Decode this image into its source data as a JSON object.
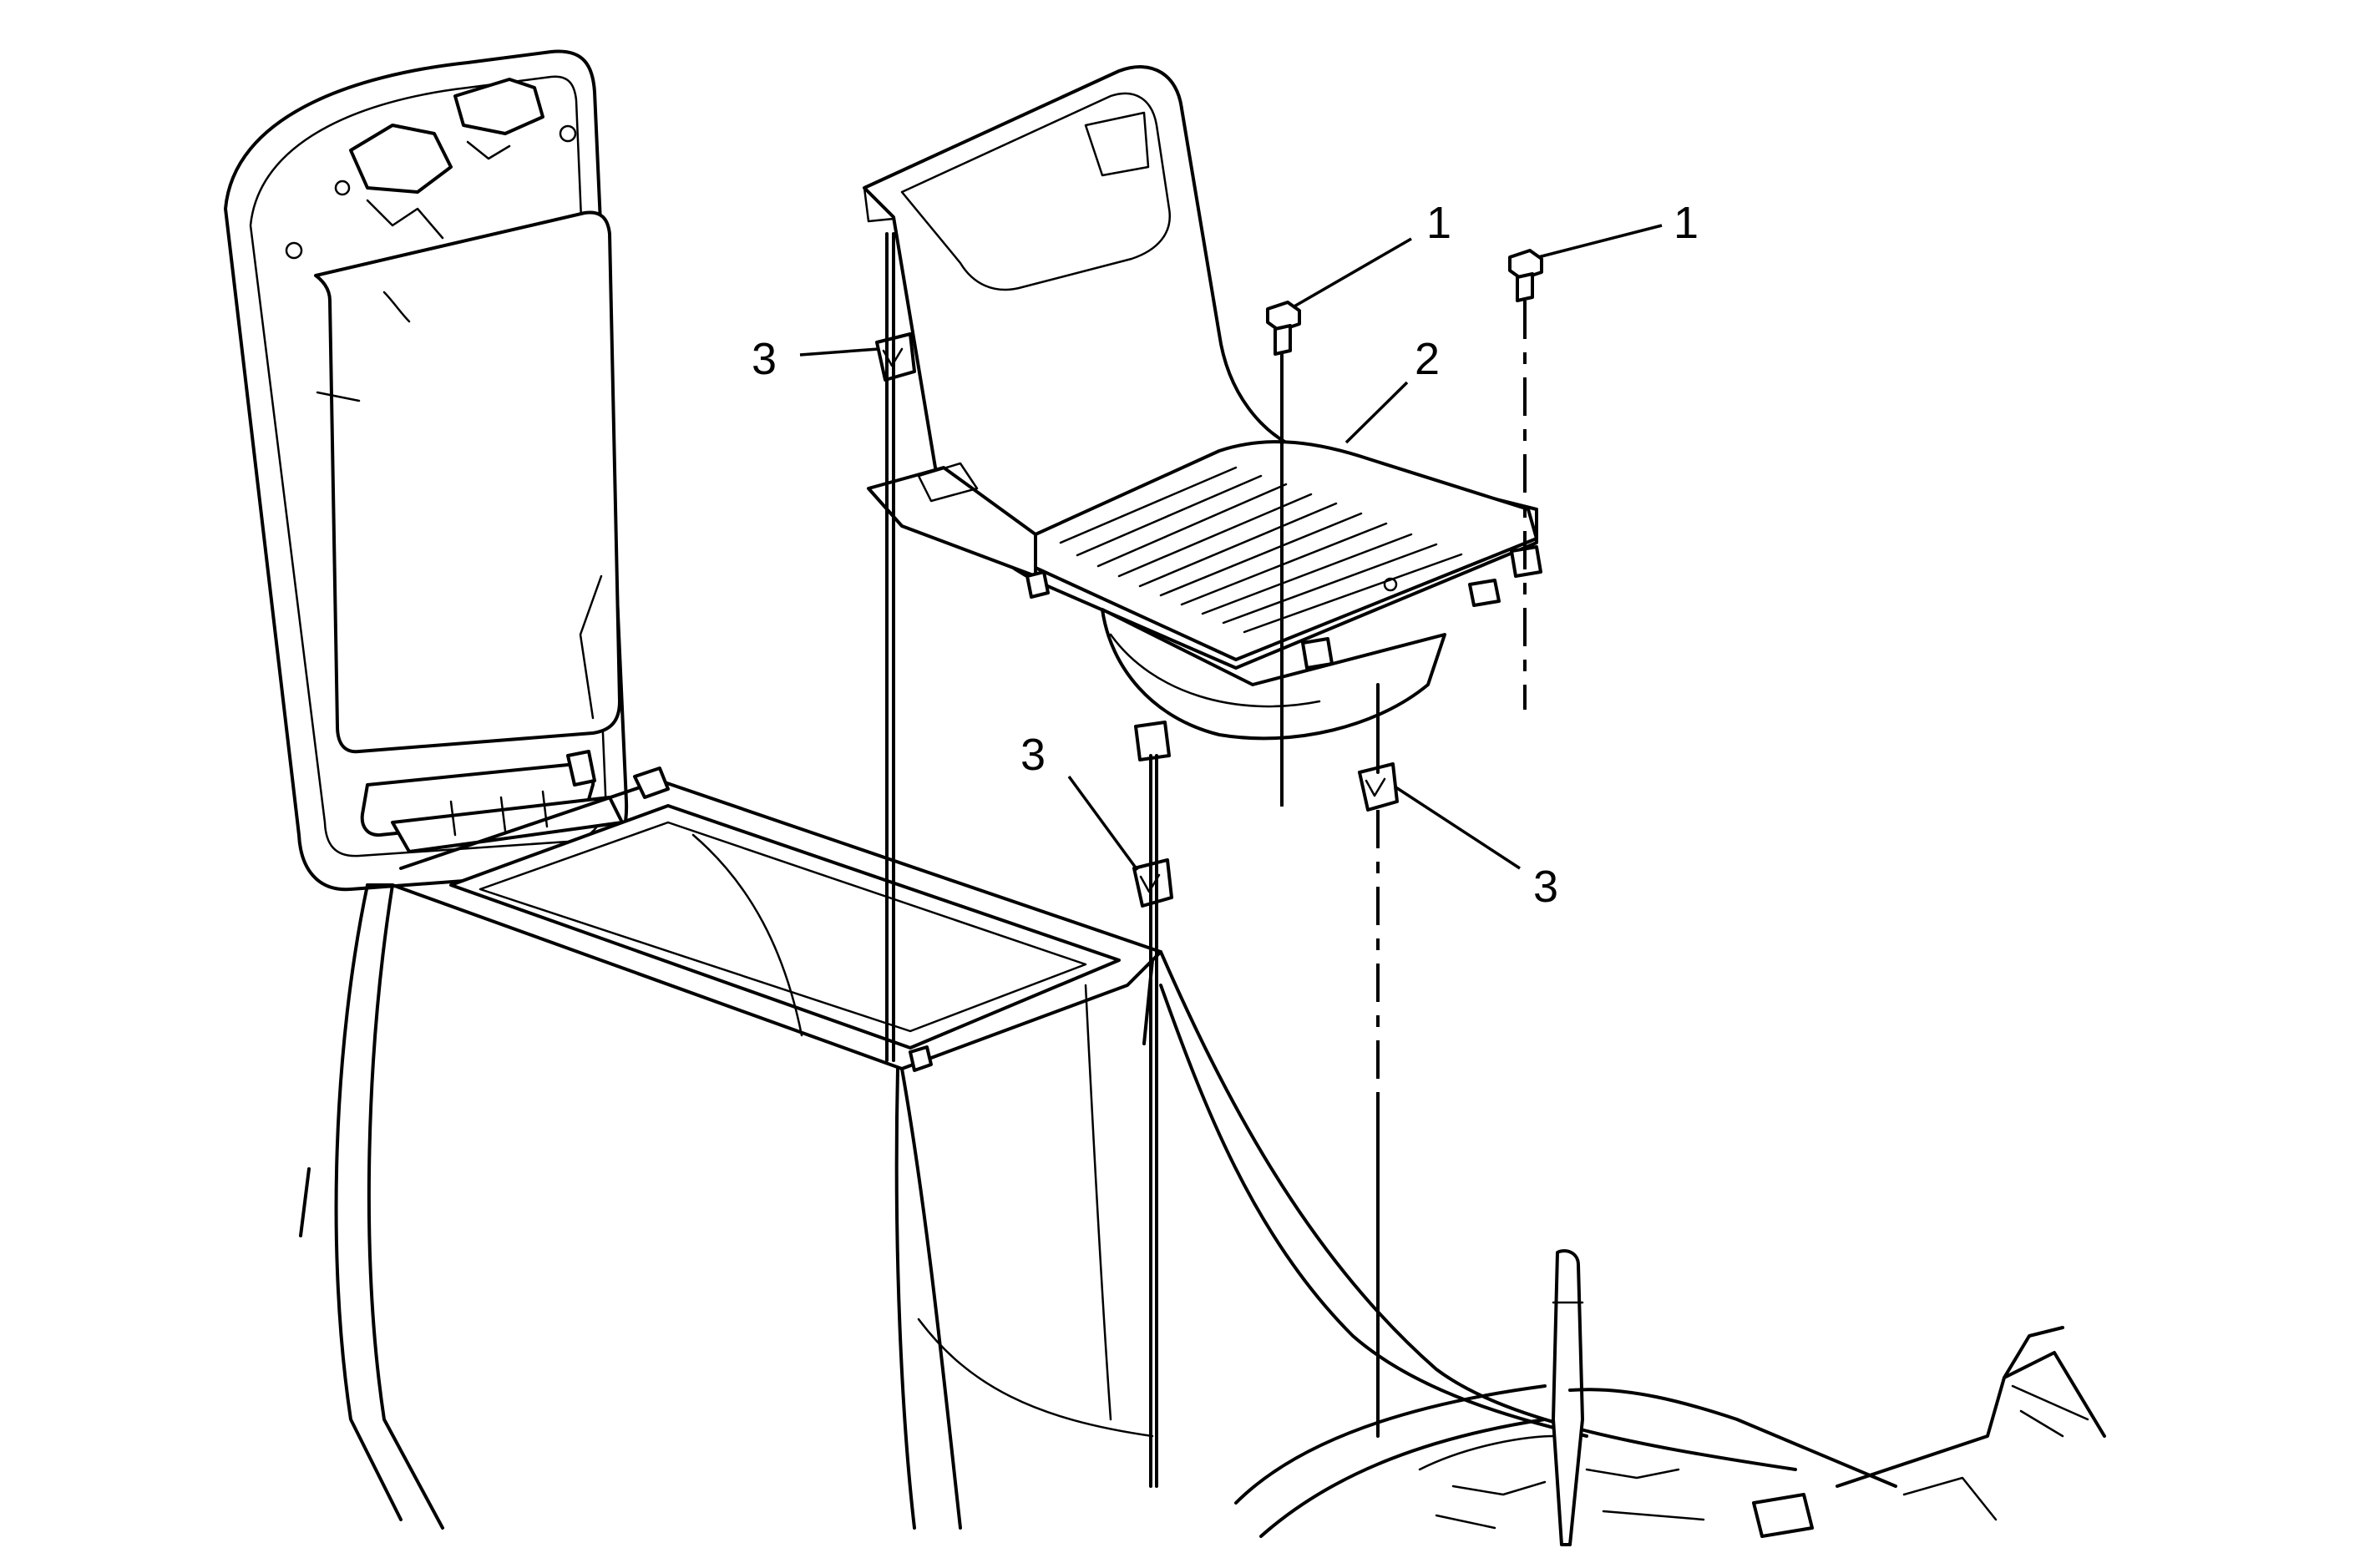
{
  "callouts": [
    {
      "id": "callout-1a",
      "text": "1"
    },
    {
      "id": "callout-1b",
      "text": "1"
    },
    {
      "id": "callout-2",
      "text": "2"
    },
    {
      "id": "callout-3a",
      "text": "3"
    },
    {
      "id": "callout-3b",
      "text": "3"
    },
    {
      "id": "callout-3c",
      "text": "3"
    }
  ],
  "parts": {
    "1": "bolt",
    "2": "storage-bin",
    "3": "retainer-clip"
  },
  "colors": {
    "line": "#000000",
    "background": "#ffffff"
  }
}
